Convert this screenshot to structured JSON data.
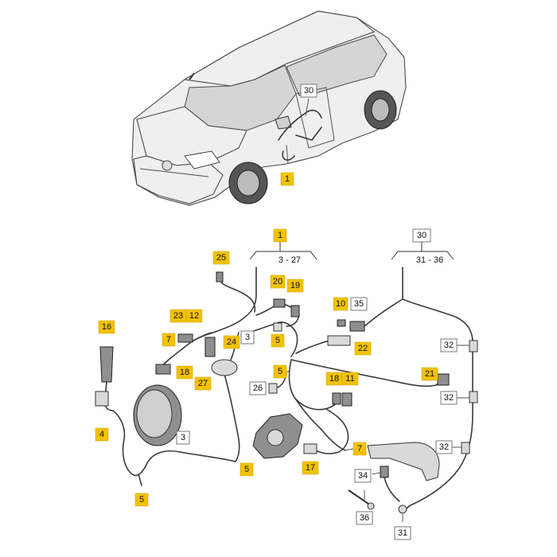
{
  "callouts": {
    "c1_top": "1",
    "c30_top": "30",
    "c1": "1",
    "c30": "30",
    "c25": "25",
    "c20": "20",
    "c19": "19",
    "c23": "23",
    "c12": "12",
    "c10": "10",
    "c35": "35",
    "c16": "16",
    "c7a": "7",
    "c24": "24",
    "c3a": "3",
    "c5a": "5",
    "c22": "22",
    "c32a": "32",
    "c18a": "18",
    "c5b": "5",
    "c21": "21",
    "c27": "27",
    "c26": "26",
    "c18b": "18",
    "c11": "11",
    "c32b": "32",
    "c4": "4",
    "c3b": "3",
    "c32c": "32",
    "c7b": "7",
    "c5c": "5",
    "c17": "17",
    "c34": "34",
    "c5d": "5",
    "c36": "36",
    "c31": "31"
  },
  "ranges": {
    "r1": "3 - 27",
    "r30": "31 - 36"
  }
}
